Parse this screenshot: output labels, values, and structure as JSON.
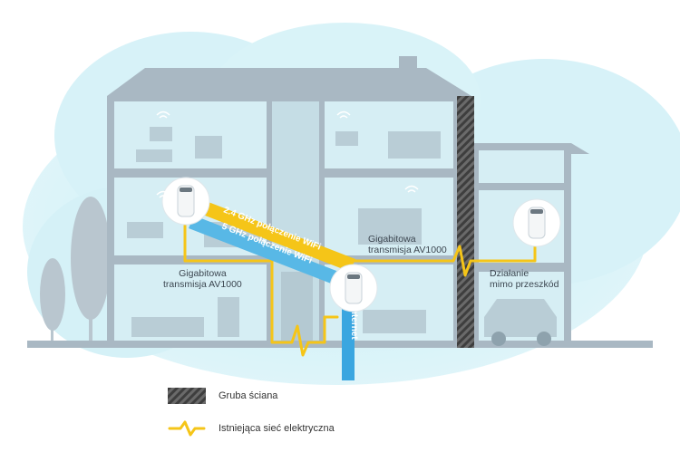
{
  "labels": {
    "gig_left": [
      "Gigabitowa",
      "transmisja AV1000"
    ],
    "gig_right": [
      "Gigabitowa",
      "transmisja AV1000"
    ],
    "obstacle": [
      "Działanie",
      "mimo przeszkód"
    ],
    "wifi24": "2.4 GHz połączenie WiFi",
    "wifi5": "5 GHz połączenie WiFi",
    "internet": "Internet"
  },
  "legend": {
    "wall": "Gruba ściana",
    "power": "Istniejąca sieć elektryczna"
  },
  "colors": {
    "cloud": "#c9edf5",
    "house": "#a9b8c3",
    "power_line": "#f5c518",
    "wifi24": "#f5c518",
    "wifi5": "#58b8e6",
    "internet": "#3aa6e0",
    "wall": "#5a5a5a"
  },
  "icons": [
    "router-icon",
    "wifi-icon"
  ]
}
